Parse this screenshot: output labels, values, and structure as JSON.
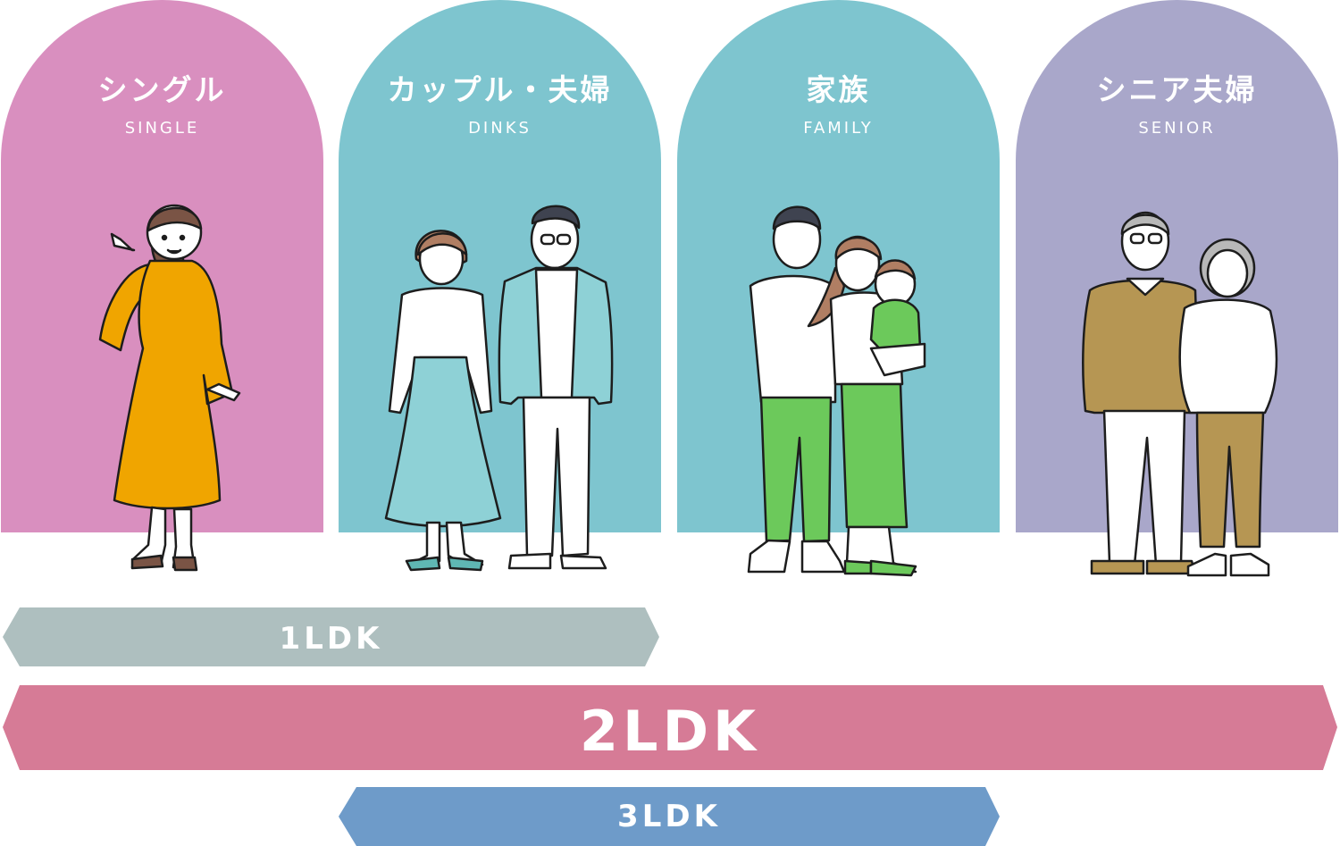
{
  "categories": [
    {
      "key": "single",
      "title": "シングル",
      "subtitle": "SINGLE",
      "color": "#d98fbf"
    },
    {
      "key": "dinks",
      "title": "カップル・夫婦",
      "subtitle": "DINKS",
      "color": "#7ec5cf"
    },
    {
      "key": "family",
      "title": "家族",
      "subtitle": "FAMILY",
      "color": "#7ec5cf"
    },
    {
      "key": "senior",
      "title": "シニア夫婦",
      "subtitle": "SENIOR",
      "color": "#a9a7ca"
    }
  ],
  "bands": [
    {
      "label": "1LDK",
      "color": "#aebfbf"
    },
    {
      "label": "2LDK",
      "color": "#d67b96"
    },
    {
      "label": "3LDK",
      "color": "#6e9bc9"
    }
  ],
  "icons": [
    "woman-single-icon",
    "couple-icon",
    "family-icon",
    "senior-couple-icon"
  ]
}
